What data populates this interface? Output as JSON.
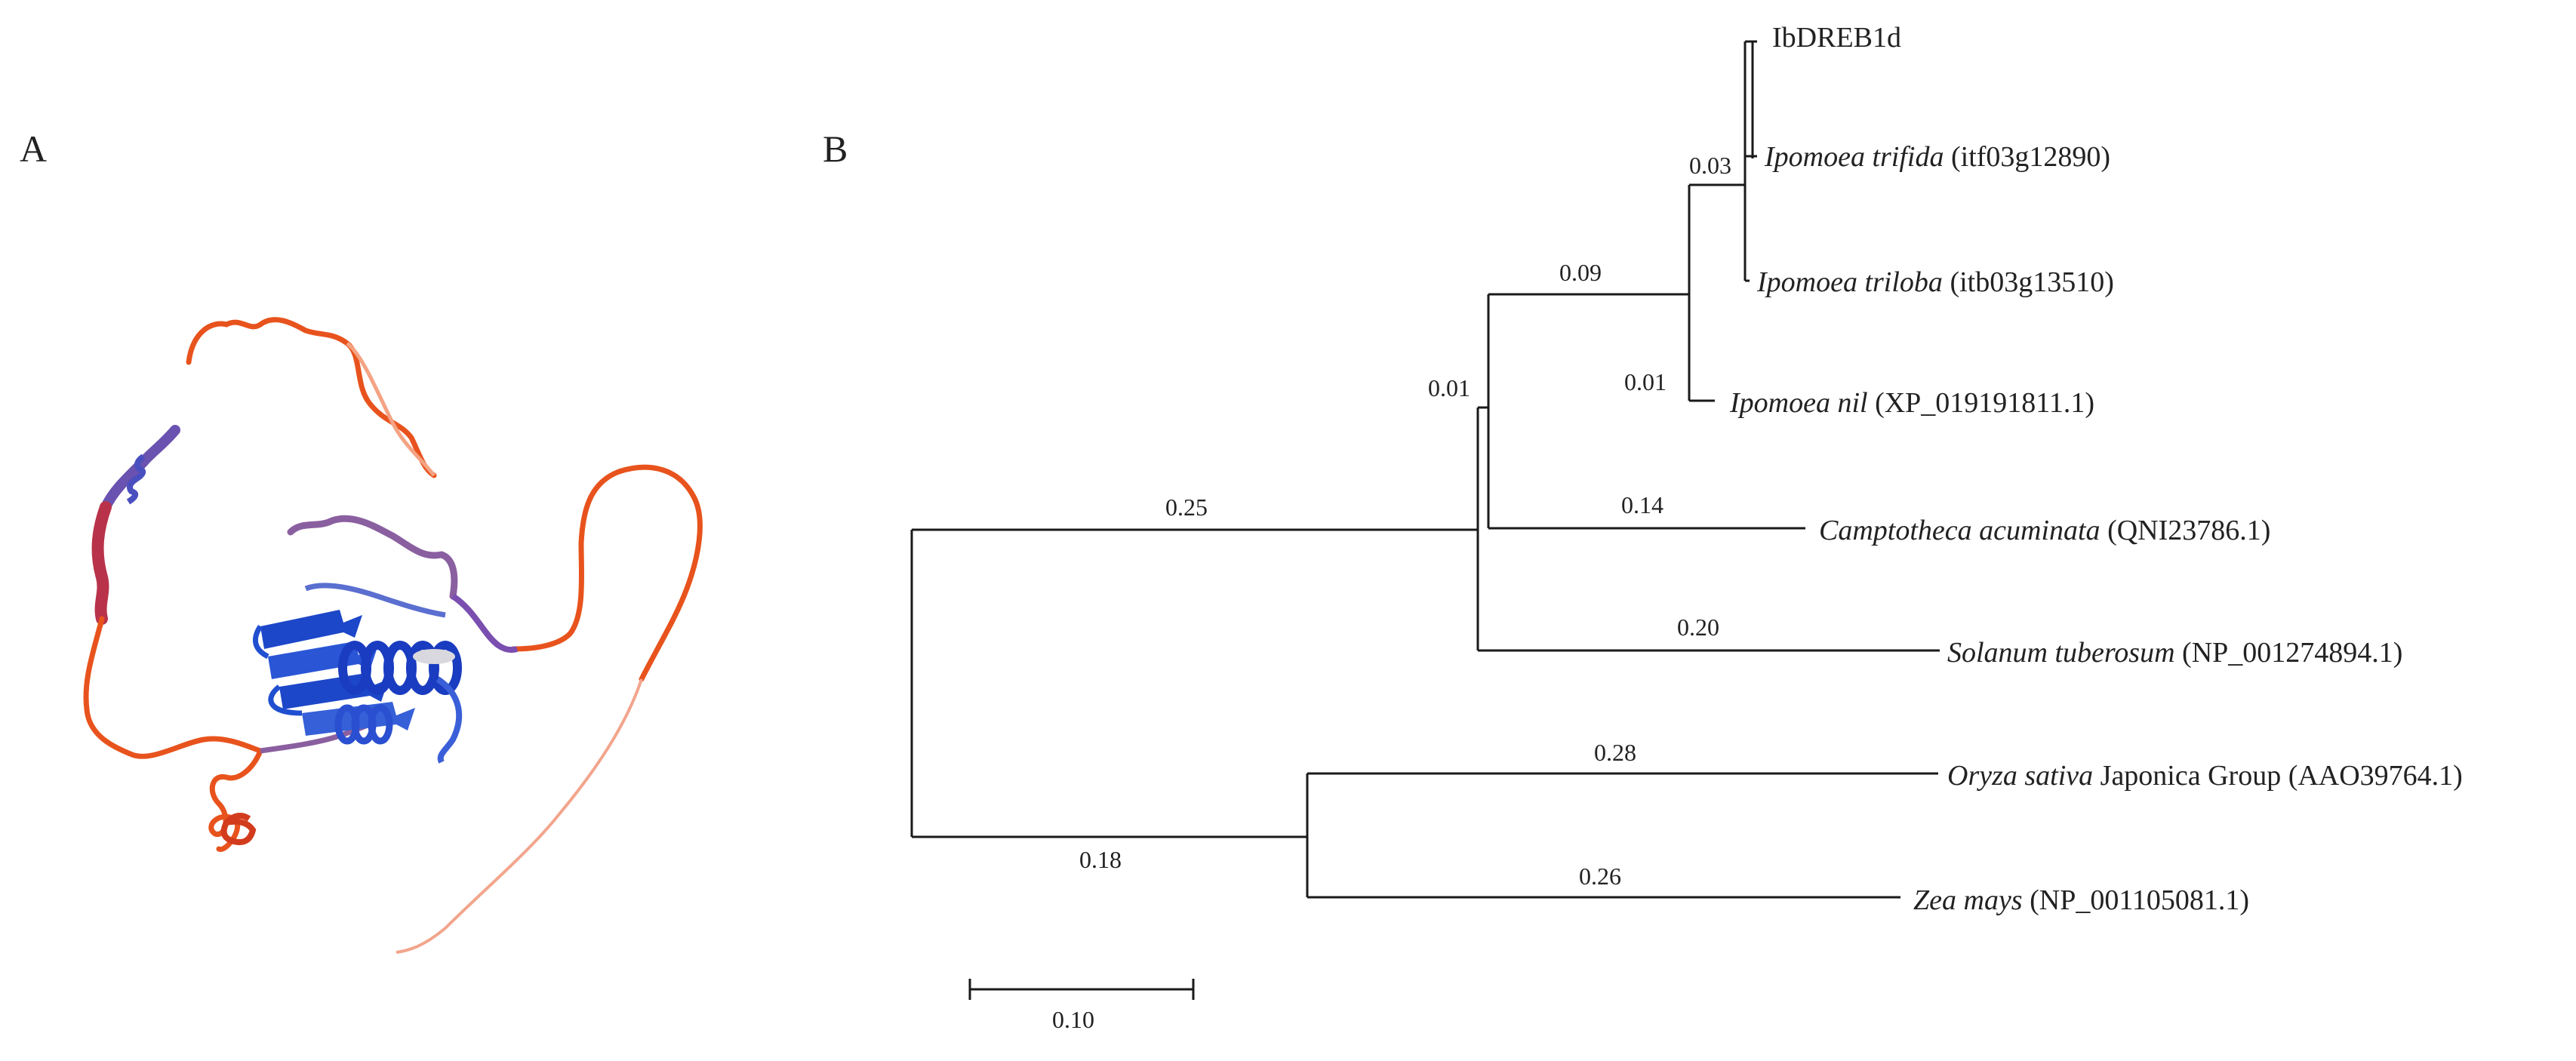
{
  "panels": {
    "a": "A",
    "b": "B"
  },
  "protein_structure": {
    "kind": "3D protein ribbon model",
    "colors": {
      "core": "#1d47c9",
      "core_light": "#5a6fd0",
      "mid": "#8a5fa0",
      "loop": "#e8531d",
      "loop_light": "#f4a383",
      "helix_red": "#b8334a"
    }
  },
  "tree": {
    "taxa": {
      "ibdreb1d": {
        "label": "IbDREB1d"
      },
      "trifida": {
        "species": "Ipomoea trifida",
        "accession": "(itf03g12890)"
      },
      "triloba": {
        "species": "Ipomoea triloba",
        "accession": "(itb03g13510)"
      },
      "nil": {
        "species": "Ipomoea nil",
        "accession": "(XP_019191811.1)"
      },
      "campto": {
        "species": "Camptotheca acuminata",
        "accession": "(QNI23786.1)"
      },
      "solanum": {
        "species": "Solanum tuberosum",
        "accession": "(NP_001274894.1)"
      },
      "oryza": {
        "species": "Oryza sativa",
        "extra": "Japonica Group",
        "accession": "(AAO39764.1)"
      },
      "zea": {
        "species": "Zea mays",
        "accession": "(NP_001105081.1)"
      }
    },
    "branch_lengths": {
      "trifida_group": "0.03",
      "ipomoea_clade": "0.09",
      "nil": "0.01",
      "dicot_inner": "0.01",
      "campto": "0.14",
      "dicot_stem": "0.25",
      "solanum": "0.20",
      "oryza": "0.28",
      "monocot_stem": "0.18",
      "zea": "0.26"
    },
    "scale_bar": "0.10"
  }
}
